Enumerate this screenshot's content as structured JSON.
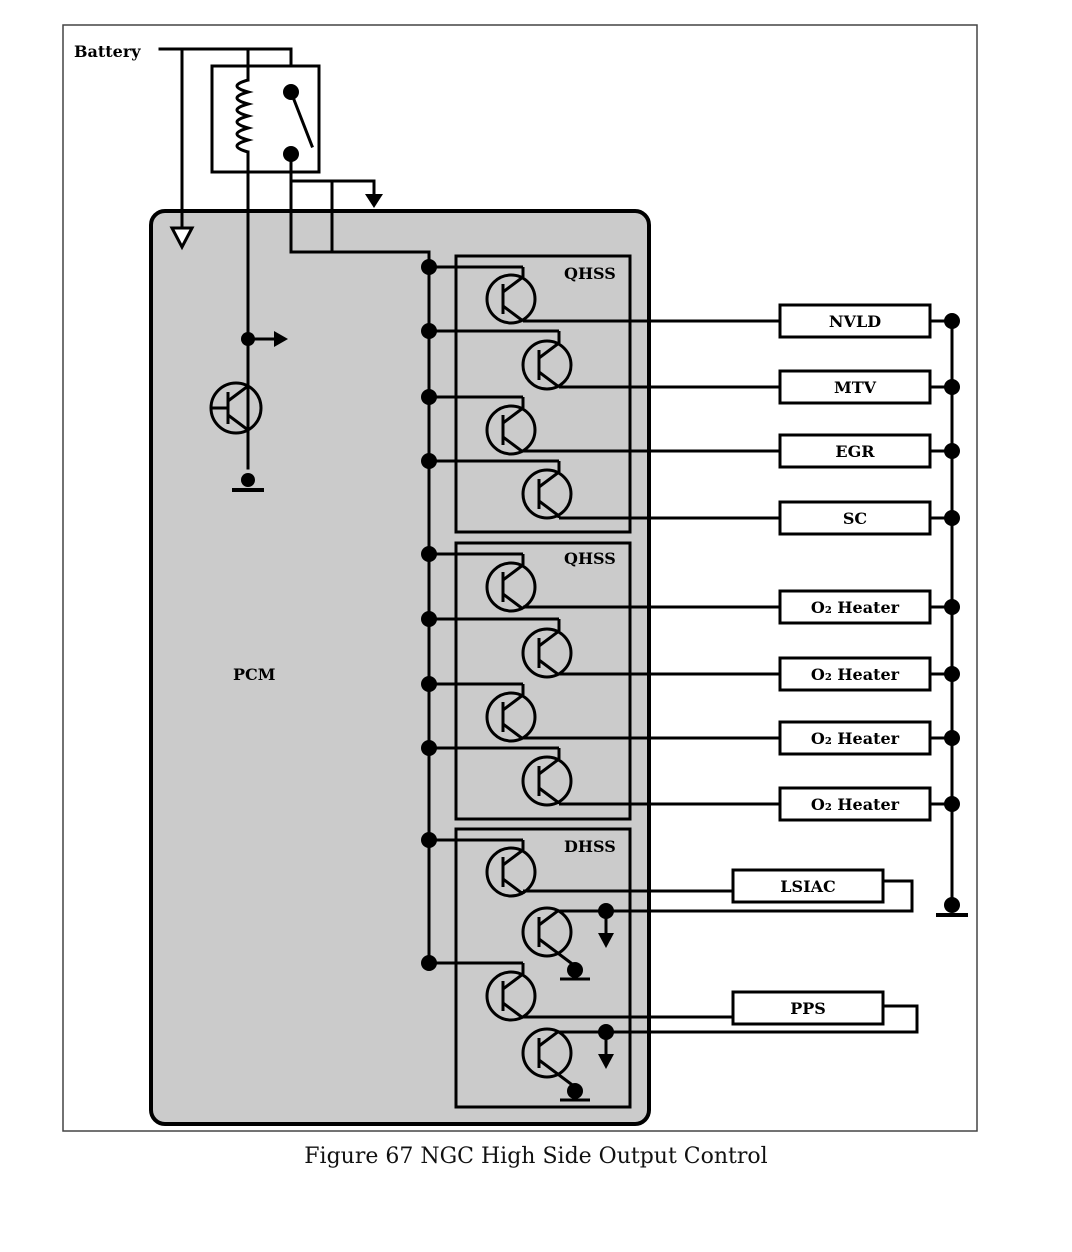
{
  "diagram": {
    "battery_label": "Battery",
    "pcm_label": "PCM",
    "driver_blocks": [
      {
        "label": "QHSS"
      },
      {
        "label": "QHSS"
      },
      {
        "label": "DHSS"
      }
    ],
    "loads": [
      {
        "label": "NVLD"
      },
      {
        "label": "MTV"
      },
      {
        "label": "EGR"
      },
      {
        "label": "SC"
      },
      {
        "label": "O₂ Heater"
      },
      {
        "label": "O₂ Heater"
      },
      {
        "label": "O₂ Heater"
      },
      {
        "label": "O₂ Heater"
      },
      {
        "label": "LSIAC"
      },
      {
        "label": "PPS"
      }
    ]
  },
  "caption": "Figure 67  NGC High Side Output Control"
}
